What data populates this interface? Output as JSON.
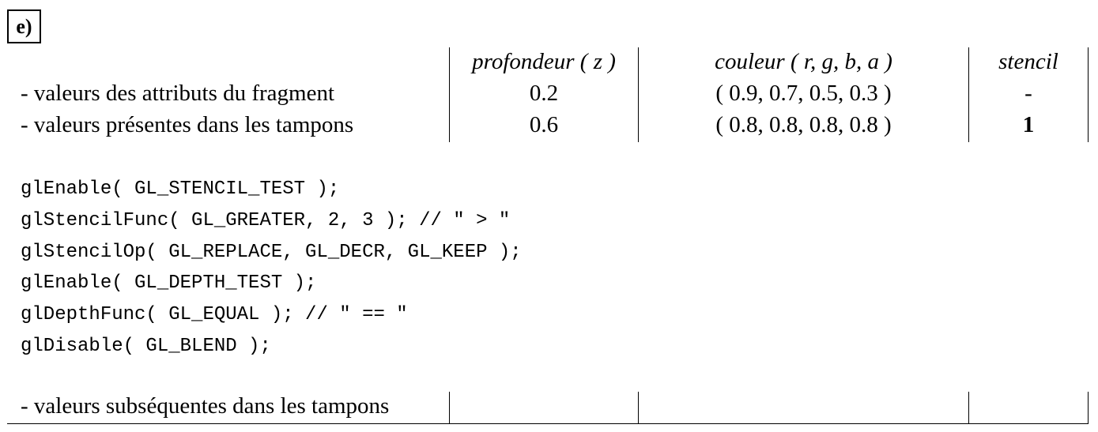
{
  "section_label": "e)",
  "table": {
    "headers": {
      "depth": "profondeur ( z )",
      "color": "couleur ( r, g, b, a )",
      "stencil": "stencil"
    },
    "rows": [
      {
        "label": "- valeurs des attributs du fragment",
        "depth": "0.2",
        "color": "( 0.9, 0.7, 0.5, 0.3 )",
        "stencil": "-"
      },
      {
        "label": "- valeurs présentes dans les tampons",
        "depth": "0.6",
        "color": "( 0.8, 0.8, 0.8, 0.8 )",
        "stencil": "1"
      }
    ]
  },
  "code_lines": [
    "glEnable( GL_STENCIL_TEST );",
    "glStencilFunc( GL_GREATER, 2, 3 ); // \" > \"",
    "glStencilOp( GL_REPLACE, GL_DECR, GL_KEEP );",
    "glEnable( GL_DEPTH_TEST );",
    "glDepthFunc( GL_EQUAL ); // \" == \"",
    "glDisable( GL_BLEND );"
  ],
  "answer_row": {
    "label": "- valeurs subséquentes dans les tampons"
  }
}
